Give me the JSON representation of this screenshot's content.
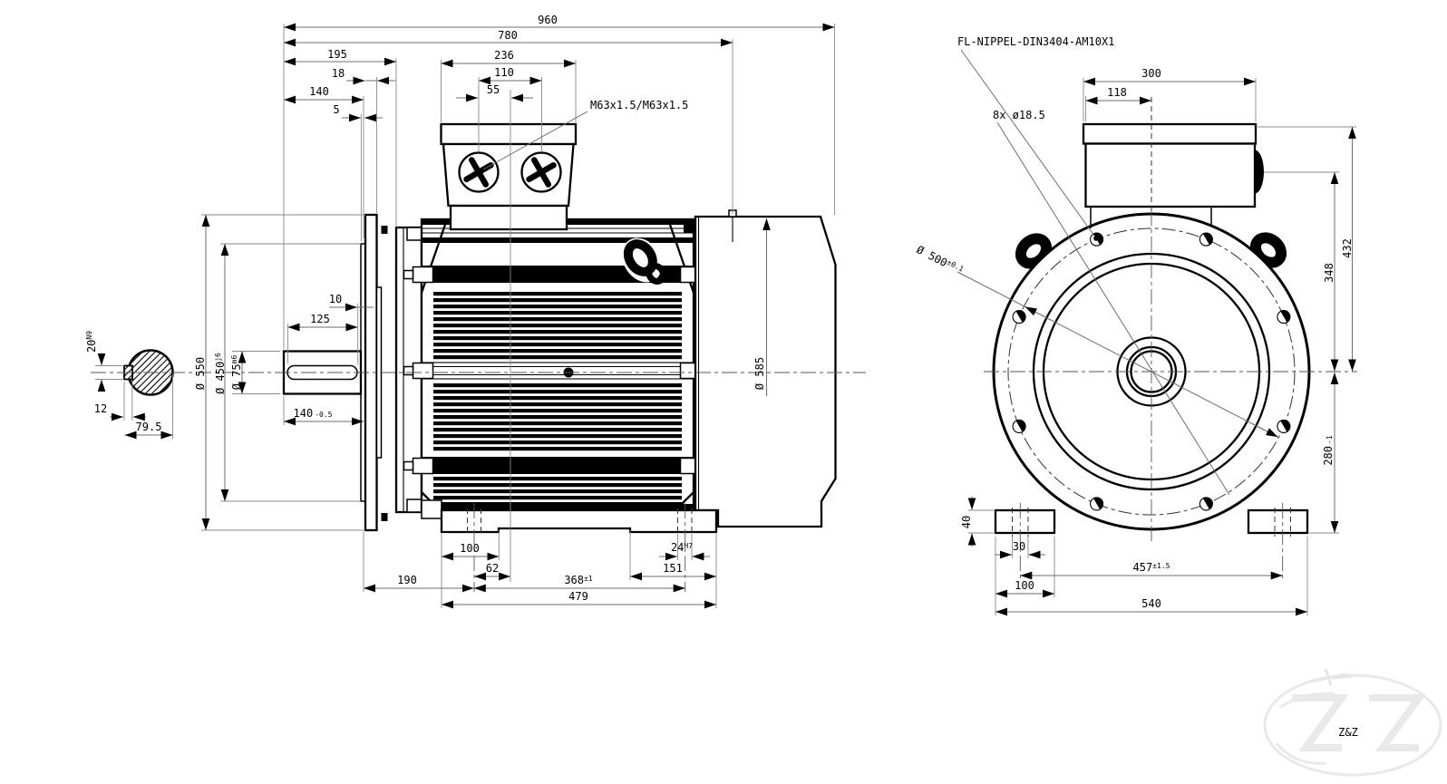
{
  "side_view": {
    "d960": "960",
    "d780": "780",
    "d195": "195",
    "d18": "18",
    "d140": "140",
    "d5": "5",
    "d236": "236",
    "d110": "110",
    "d55": "55",
    "m63": "M63x1.5/M63x1.5",
    "d20": "20",
    "d20t": "N9",
    "d12": "12",
    "d795": "79.5",
    "d550": "Ø 550",
    "d450": "Ø 450",
    "d450t": "j6",
    "d75": "Ø 75",
    "d75t": "m6",
    "d10": "10",
    "d125": "125",
    "d140b": "140",
    "d140bt": "-0.5",
    "d585": "Ø 585",
    "d190": "190",
    "d100": "100",
    "d62": "62",
    "d368": "368",
    "d368t": "±1",
    "d24": "24",
    "d24t": "H7",
    "d151": "151",
    "d479": "479"
  },
  "end_view": {
    "nippel": "FL-NIPPEL-DIN3404-AM10X1",
    "holes": "8x ø18.5",
    "d500": "Ø 500",
    "d500t": "±0.1",
    "d300": "300",
    "d118": "118",
    "d432": "432",
    "d348": "348",
    "d280": "280",
    "d280t": "-1",
    "d40": "40",
    "d30": "30",
    "d457": "457",
    "d457t": "±1.5",
    "d100": "100",
    "d540": "540"
  },
  "watermark": {
    "text": "Z&Z"
  }
}
